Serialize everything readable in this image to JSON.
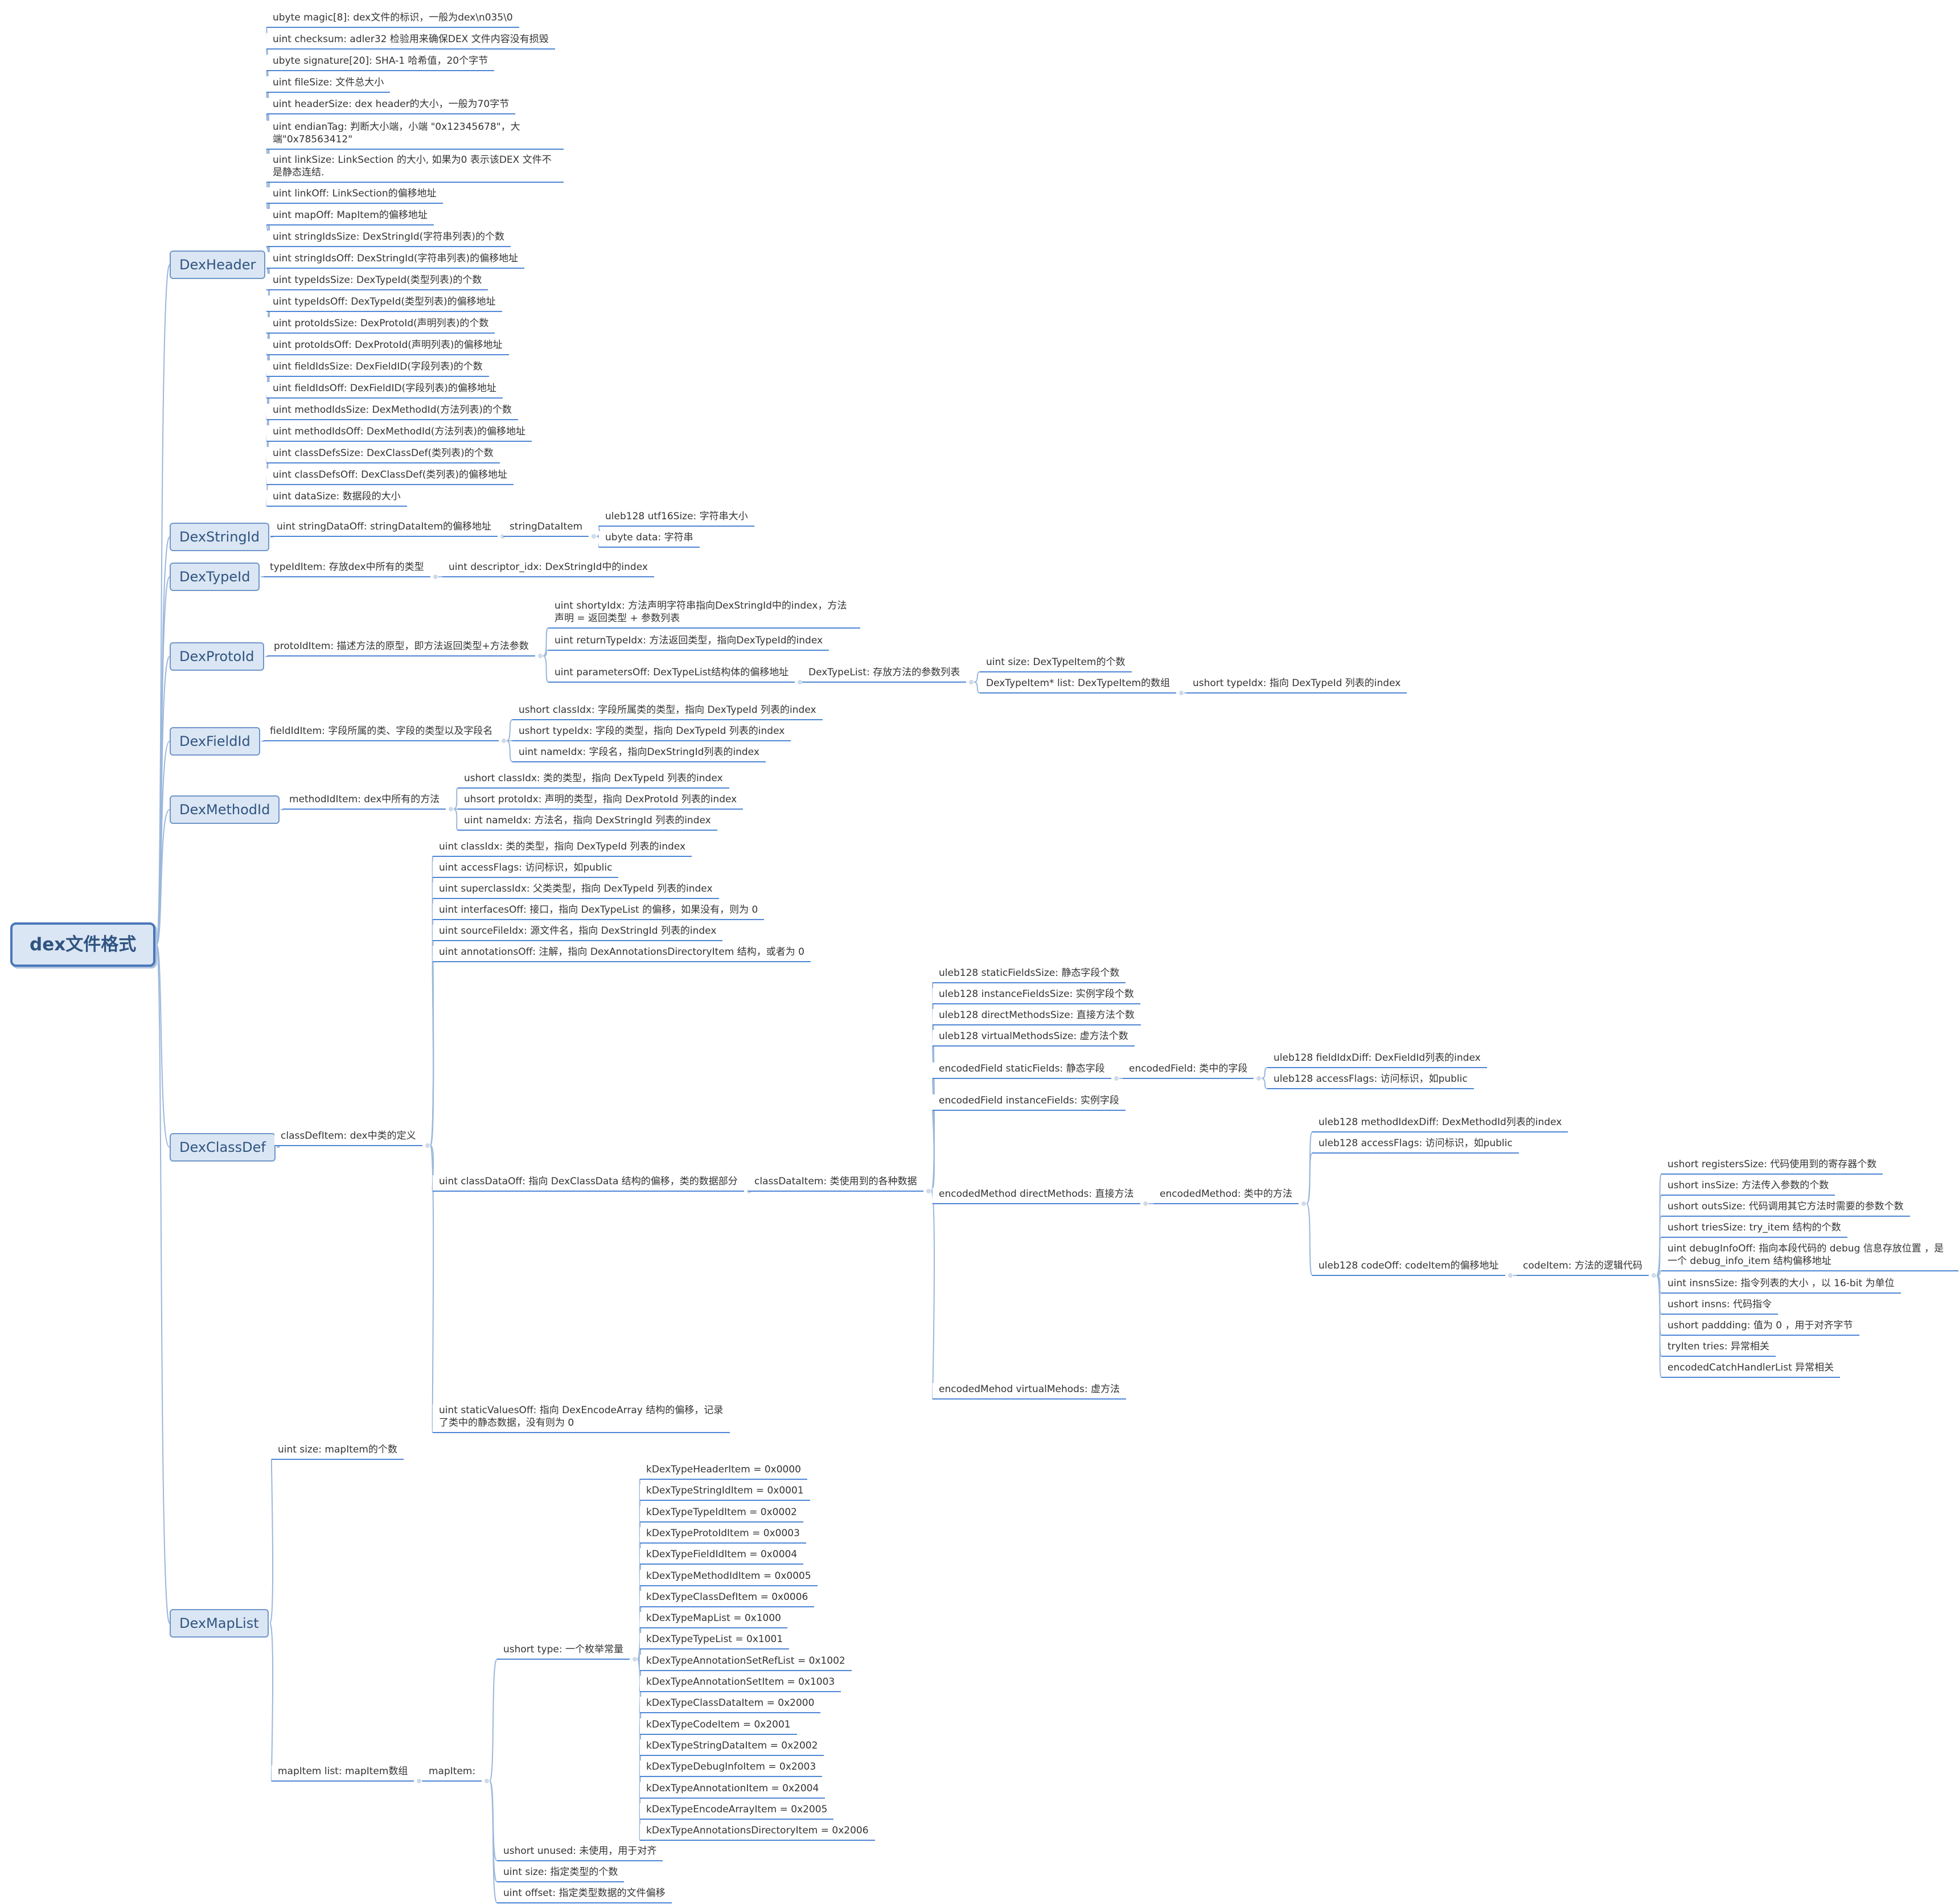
{
  "root": "dex文件格式",
  "header": {
    "label": "DexHeader",
    "items": [
      "ubyte magic[8]: dex文件的标识，一般为dex\\n035\\0",
      "uint checksum: adler32 检验用来确保DEX 文件内容没有损毁",
      "ubyte signature[20]: SHA-1 哈希值，20个字节",
      "uint fileSize: 文件总大小",
      "uint headerSize: dex header的大小，一般为70字节",
      "uint endianTag: 判断大小端，小端 \"0x12345678\"，大端\"0x78563412\"",
      "uint linkSize: LinkSection 的大小, 如果为0 表示该DEX 文件不是静态连结.",
      "uint linkOff: LinkSection的偏移地址",
      "uint mapOff: MapItem的偏移地址",
      "uint stringIdsSize: DexStringId(字符串列表)的个数",
      "uint stringIdsOff: DexStringId(字符串列表)的偏移地址",
      "uint typeIdsSize: DexTypeId(类型列表)的个数",
      "uint typeIdsOff: DexTypeId(类型列表)的偏移地址",
      "uint protoIdsSize: DexProtoId(声明列表)的个数",
      "uint protoIdsOff: DexProtoId(声明列表)的偏移地址",
      "uint fieldIdsSize: DexFieldID(字段列表)的个数",
      "uint fieldIdsOff: DexFieldID(字段列表)的偏移地址",
      "uint methodIdsSize: DexMethodId(方法列表)的个数",
      "uint methodIdsOff: DexMethodId(方法列表)的偏移地址",
      "uint classDefsSize: DexClassDef(类列表)的个数",
      "uint classDefsOff: DexClassDef(类列表)的偏移地址",
      "uint dataSize: 数据段的大小"
    ]
  },
  "stringId": {
    "label": "DexStringId",
    "offset": "uint stringDataOff: stringDataItem的偏移地址",
    "item": "stringDataItem",
    "fields": [
      "uleb128 utf16Size: 字符串大小",
      "ubyte data: 字符串"
    ]
  },
  "typeId": {
    "label": "DexTypeId",
    "item": "typeIdItem: 存放dex中所有的类型",
    "field": "uint descriptor_idx: DexStringId中的index"
  },
  "protoId": {
    "label": "DexProtoId",
    "item": "protoIdItem: 描述方法的原型，即方法返回类型+方法参数",
    "shorty": "uint shortyIdx: 方法声明字符串指向DexStringId中的index，方法声明 = 返回类型 + 参数列表",
    "returnType": "uint returnTypeIdx: 方法返回类型，指向DexTypeId的index",
    "params": "uint parametersOff: DexTypeList结构体的偏移地址",
    "typeList": "DexTypeList: 存放方法的参数列表",
    "listSize": "uint size: DexTypeItem的个数",
    "listItems": "DexTypeItem* list: DexTypeItem的数组",
    "typeIdx": "ushort typeIdx: 指向 DexTypeId 列表的index"
  },
  "fieldId": {
    "label": "DexFieldId",
    "item": "fieldIdItem: 字段所属的类、字段的类型以及字段名",
    "fields": [
      "ushort classIdx: 字段所属类的类型，指向 DexTypeId 列表的index",
      "ushort typeIdx: 字段的类型，指向 DexTypeId 列表的index",
      "uint nameIdx: 字段名，指向DexStringId列表的index"
    ]
  },
  "methodId": {
    "label": "DexMethodId",
    "item": "methodIdItem: dex中所有的方法",
    "fields": [
      "ushort classIdx: 类的类型，指向 DexTypeId 列表的index",
      "uhsort protoIdx: 声明的类型，指向 DexProtoId 列表的index",
      "uint nameIdx: 方法名，指向 DexStringId 列表的index"
    ]
  },
  "classDef": {
    "label": "DexClassDef",
    "item": "classDefItem: dex中类的定义",
    "fields": [
      "uint classIdx: 类的类型，指向 DexTypeId 列表的index",
      "uint accessFlags: 访问标识，如public",
      "uint superclassIdx: 父类类型，指向 DexTypeId 列表的index",
      "uint interfacesOff: 接口，指向 DexTypeList 的偏移，如果没有，则为 0",
      "uint sourceFileIdx: 源文件名，指向 DexStringId 列表的index",
      "uint annotationsOff: 注解，指向 DexAnnotationsDirectoryItem 结构，或者为 0"
    ],
    "classData": "uint classDataOff: 指向 DexClassData 结构的偏移，类的数据部分",
    "classDataItem": "classDataItem: 类使用到的各种数据",
    "staticValues": "uint staticValuesOff: 指向 DexEncodeArray 结构的偏移，记录了类中的静态数据，没有则为 0",
    "dataFields": [
      "uleb128 staticFieldsSize: 静态字段个数",
      "uleb128 instanceFieldsSize: 实例字段个数",
      "uleb128 directMethodsSize: 直接方法个数",
      "uleb128 virtualMethodsSize: 虚方法个数"
    ],
    "staticFields": "encodedField staticFields: 静态字段",
    "encodedField": "encodedField: 类中的字段",
    "encodedFieldItems": [
      "uleb128 fieldIdxDiff: DexFieldId列表的index",
      "uleb128 accessFlags: 访问标识，如public"
    ],
    "instanceFields": "encodedField instanceFields: 实例字段",
    "directMethods": "encodedMethod directMethods: 直接方法",
    "encodedMethod": "encodedMethod: 类中的方法",
    "methodIdxDiff": "uleb128 methodIdexDiff: DexMethodId列表的index",
    "methodAccess": "uleb128 accessFlags: 访问标识，如public",
    "codeOff": "uleb128 codeOff: codeItem的偏移地址",
    "codeItem": "codeItem: 方法的逻辑代码",
    "codeFields": [
      "ushort registersSize: 代码使用到的寄存器个数",
      "ushort insSize: 方法传入参数的个数",
      "ushort outsSize: 代码调用其它方法时需要的参数个数",
      "ushort triesSize: try_item 结构的个数",
      "uint debugInfoOff: 指向本段代码的 debug 信息存放位置 ，是一个 debug_info_item 结构偏移地址",
      "uint insnsSize: 指令列表的大小 ，以 16-bit 为单位",
      "ushort insns: 代码指令",
      "ushort paddding: 值为 0 ，用于对齐字节",
      "tryIten tries: 异常相关",
      "encodedCatchHandlerList 异常相关"
    ],
    "virtualMethods": "encodedMehod virtualMehods: 虚方法"
  },
  "mapList": {
    "label": "DexMapList",
    "size": "uint size: mapItem的个数",
    "list": "mapItem list: mapItem数组",
    "mapItem": "mapItem:",
    "type": "ushort type: 一个枚举常量",
    "types": [
      "kDexTypeHeaderItem = 0x0000",
      "kDexTypeStringIdItem = 0x0001",
      "kDexTypeTypeIdItem = 0x0002",
      "kDexTypeProtoIdItem = 0x0003",
      "kDexTypeFieldIdItem = 0x0004",
      "kDexTypeMethodIdItem = 0x0005",
      "kDexTypeClassDefItem = 0x0006",
      "kDexTypeMapList = 0x1000",
      "kDexTypeTypeList = 0x1001",
      "kDexTypeAnnotationSetRefList = 0x1002",
      "kDexTypeAnnotationSetItem = 0x1003",
      "kDexTypeClassDataItem = 0x2000",
      "kDexTypeCodeItem = 0x2001",
      "kDexTypeStringDataItem = 0x2002",
      "kDexTypeDebugInfoItem = 0x2003",
      "kDexTypeAnnotationItem = 0x2004",
      "kDexTypeEncodeArrayItem = 0x2005",
      "kDexTypeAnnotationsDirectoryItem = 0x2006"
    ],
    "unused": "ushort unused: 未使用，用于对齐",
    "itemSize": "uint size: 指定类型的个数",
    "offset": "uint offset: 指定类型数据的文件偏移"
  }
}
